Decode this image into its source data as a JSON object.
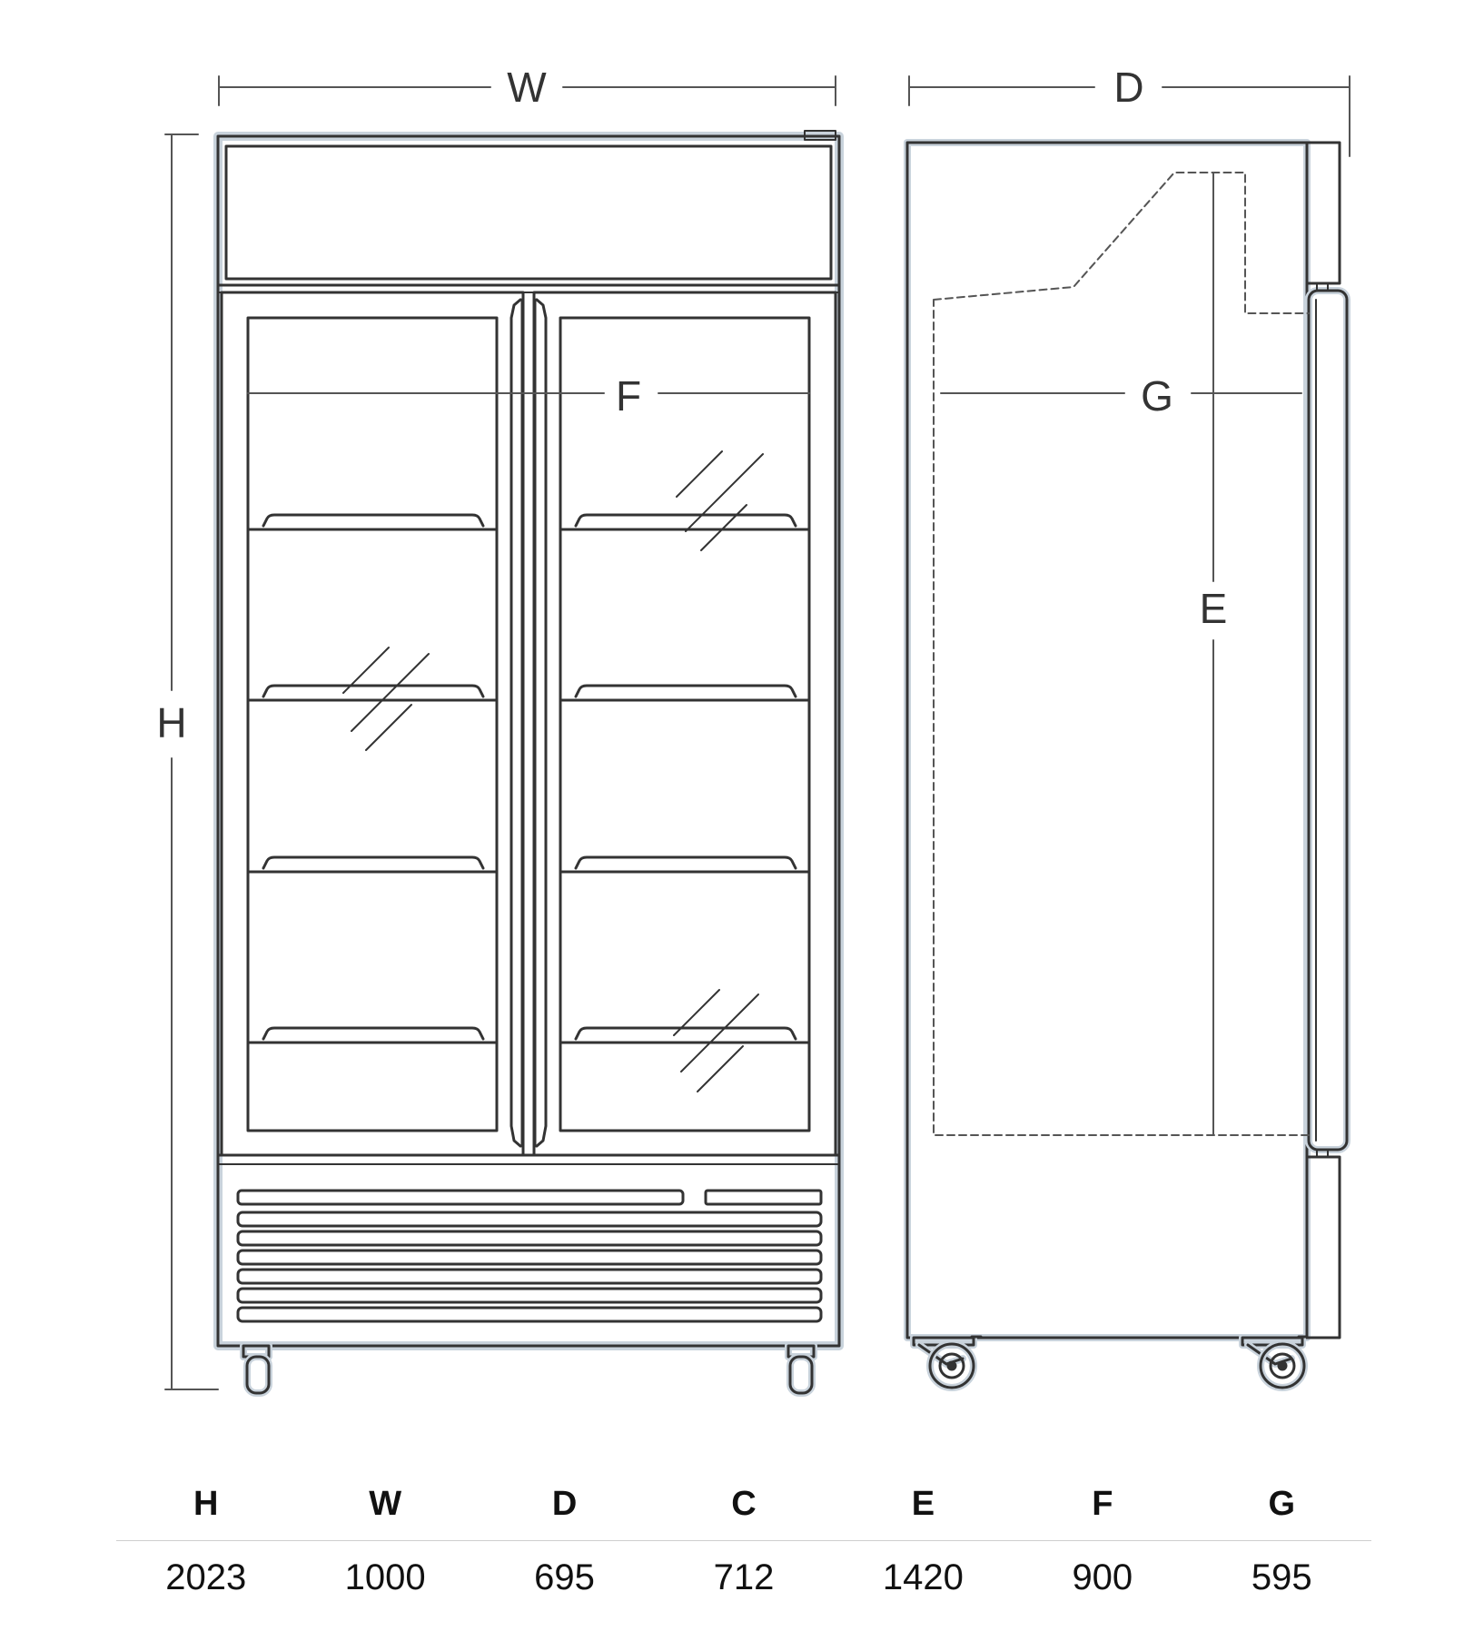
{
  "diagram": {
    "front_labels": {
      "width": "W",
      "height": "H",
      "inner_width": "F"
    },
    "side_labels": {
      "depth": "D",
      "inner_depth": "G",
      "inner_height": "E"
    }
  },
  "spec_table": {
    "headers": [
      "H",
      "W",
      "D",
      "C",
      "E",
      "F",
      "G"
    ],
    "values": [
      "2023",
      "1000",
      "695",
      "712",
      "1420",
      "900",
      "595"
    ]
  },
  "colors": {
    "outline": "#333333",
    "halo": "#c9d3dc",
    "dimension": "#555555"
  }
}
